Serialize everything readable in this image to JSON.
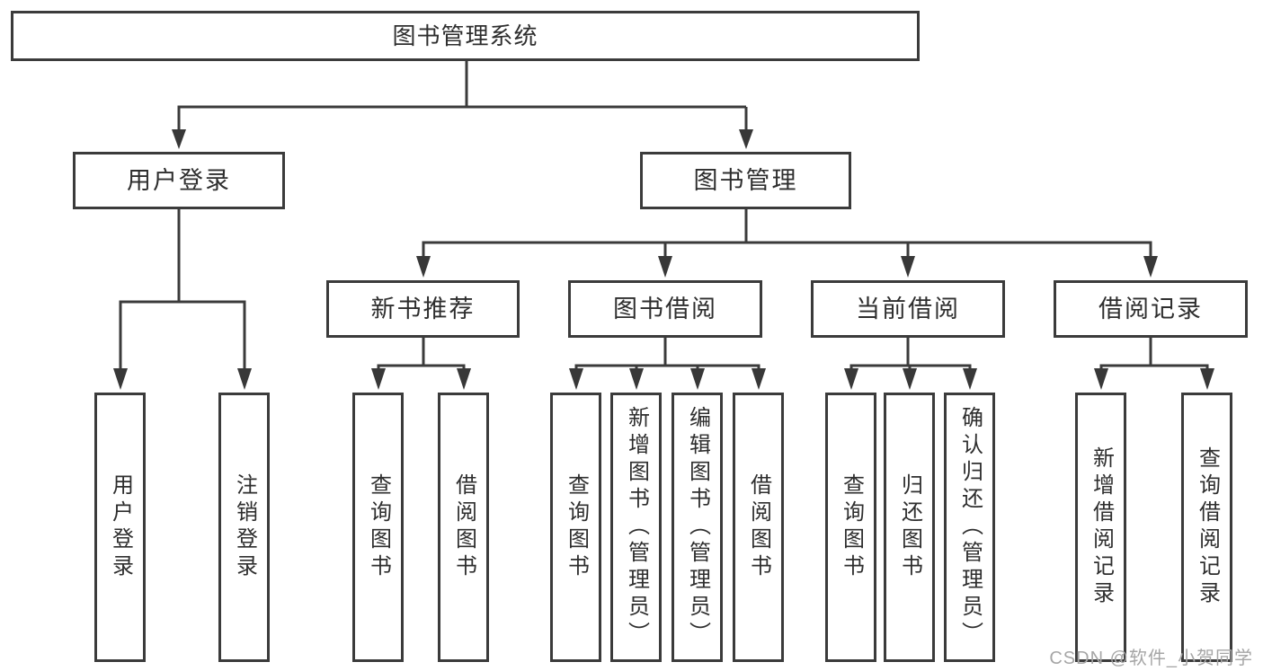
{
  "diagram": {
    "root": {
      "label": "图书管理系统"
    },
    "branches": [
      {
        "label": "用户登录",
        "children": [
          {
            "label": "用户登录"
          },
          {
            "label": "注销登录"
          }
        ]
      },
      {
        "label": "图书管理",
        "children": [
          {
            "label": "新书推荐",
            "children": [
              {
                "label": "查询图书"
              },
              {
                "label": "借阅图书"
              }
            ]
          },
          {
            "label": "图书借阅",
            "children": [
              {
                "label": "查询图书"
              },
              {
                "label": "新增图书（管理员）"
              },
              {
                "label": "编辑图书（管理员）"
              },
              {
                "label": "借阅图书"
              }
            ]
          },
          {
            "label": "当前借阅",
            "children": [
              {
                "label": "查询图书"
              },
              {
                "label": "归还图书"
              },
              {
                "label": "确认归还（管理员）"
              }
            ]
          },
          {
            "label": "借阅记录",
            "children": [
              {
                "label": "新增借阅记录"
              },
              {
                "label": "查询借阅记录"
              }
            ]
          }
        ]
      }
    ]
  },
  "watermark": {
    "text": "CSDN @软件_小贺同学"
  },
  "colors": {
    "line": "#3b3b3b",
    "box_border": "#3b3b3b",
    "box_background": "#ffffff",
    "text": "#2e2e2e",
    "watermark": "#a6a6a6",
    "page_background": "#ffffff"
  }
}
